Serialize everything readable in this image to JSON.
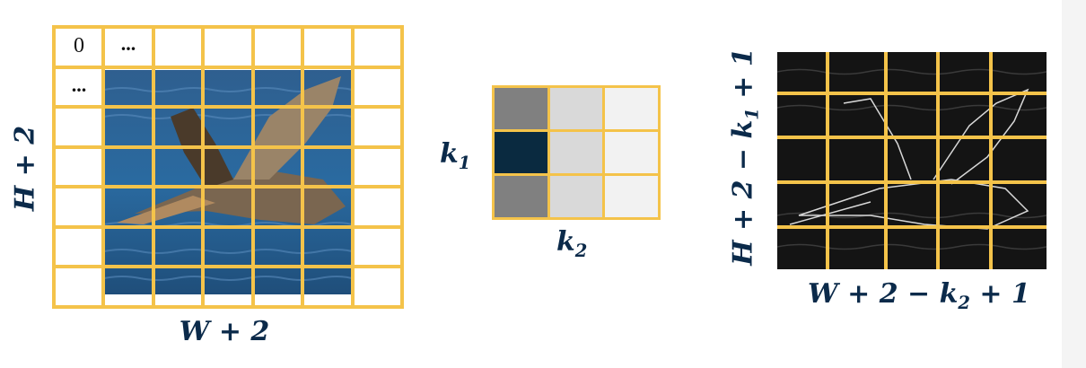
{
  "padded_grid": {
    "cell_zero": "0",
    "cell_ellipsis_h": "...",
    "cell_ellipsis_v": "...",
    "width_label": "W + 2",
    "height_label": "H + 2"
  },
  "kernel": {
    "height_label": "k",
    "height_sub": "1",
    "width_label": "k",
    "width_sub": "2",
    "cells": [
      "#808080",
      "#d9d9d9",
      "#f2f2f2",
      "#0a2a40",
      "#d9d9d9",
      "#f2f2f2",
      "#808080",
      "#d9d9d9",
      "#f2f2f2"
    ]
  },
  "output": {
    "width_prefix": "W + 2 − k",
    "width_sub": "2",
    "width_suffix": " + 1",
    "height_prefix": "H + 2 − k",
    "height_sub": "1",
    "height_suffix": " + 1"
  },
  "colors": {
    "grid": "#f4c34a",
    "label": "#0b2a4a"
  }
}
